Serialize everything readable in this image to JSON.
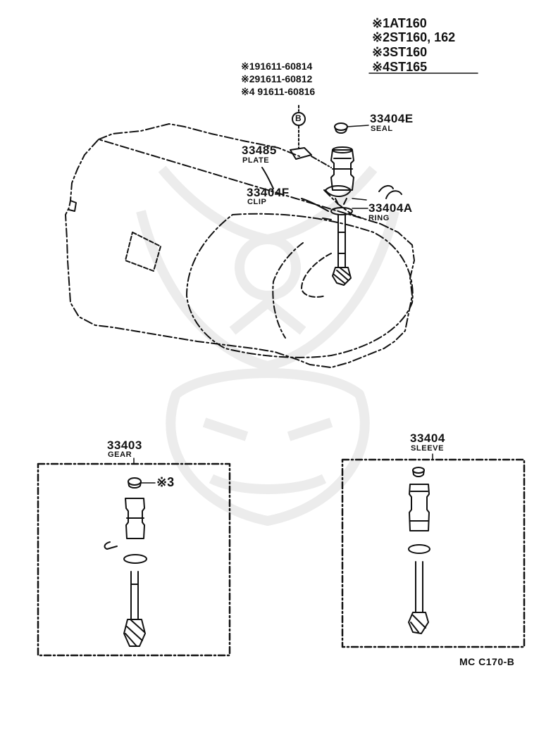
{
  "legend": [
    {
      "mark": "※1",
      "text": "AT160"
    },
    {
      "mark": "※2",
      "text": "ST160, 162"
    },
    {
      "mark": "※3",
      "text": "ST160"
    },
    {
      "mark": "※4",
      "text": "ST165"
    }
  ],
  "applicability": [
    {
      "mark": "※1",
      "text": "91611-60814"
    },
    {
      "mark": "※2",
      "text": "91611-60812"
    },
    {
      "mark": "※4",
      "text": "91611-60816"
    }
  ],
  "bolt_symbol": "B",
  "callouts": {
    "seal": {
      "number": "33404E",
      "name": "SEAL"
    },
    "plate": {
      "number": "33485",
      "name": "PLATE"
    },
    "clip": {
      "number": "33404F",
      "name": "CLIP"
    },
    "ring": {
      "number": "33404A",
      "name": "RING"
    }
  },
  "gear_box": {
    "number": "33403",
    "name": "GEAR",
    "note": "※3"
  },
  "sleeve_box": {
    "number": "33404",
    "name": "SLEEVE"
  },
  "diagram_code": "MC C170-B",
  "colors": {
    "ink": "#111111",
    "watermark": "#eeeeee",
    "paper": "#ffffff"
  }
}
